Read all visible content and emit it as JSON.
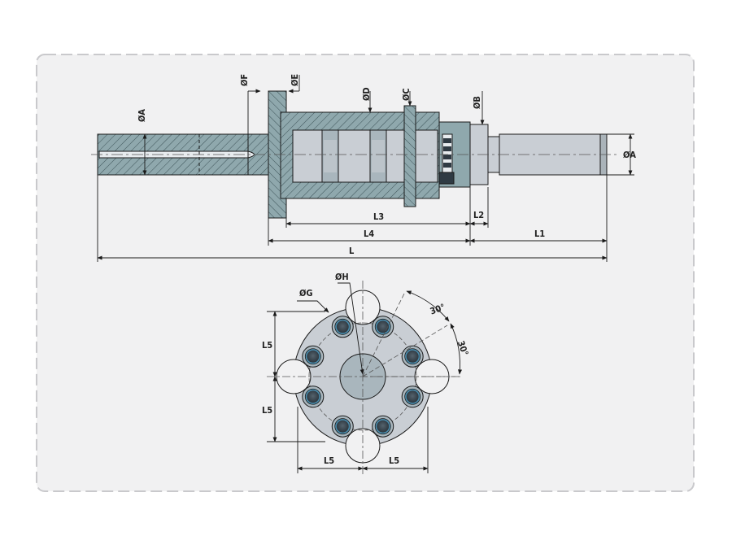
{
  "colors": {
    "panel_bg": "#f1f1f2",
    "panel_border": "#c9c9cc",
    "steel_light": "#c9ced4",
    "steel_mid": "#a9b6bd",
    "section_teal": "#8fa8ad",
    "dark_steel": "#4d5a63",
    "bolt_dark": "#2f3a43",
    "bolt_ring": "#4b8fb0",
    "line": "#1a1a1a"
  },
  "labels": {
    "dia_f": "ØF",
    "dia_e": "ØE",
    "dia_d": "ØD",
    "dia_c": "ØC",
    "dia_b": "ØB",
    "dia_a_left": "ØA",
    "dia_a_right": "ØA",
    "len_l3": "L3",
    "len_l2": "L2",
    "len_l4": "L4",
    "len_l1": "L1",
    "len_l": "L",
    "dia_g": "ØG",
    "dia_h": "ØH",
    "angle_1": "30°",
    "angle_2": "30°",
    "len_l5_top": "L5",
    "len_l5_bottom": "L5",
    "len_l5_left": "L5",
    "len_l5_right": "L5"
  }
}
